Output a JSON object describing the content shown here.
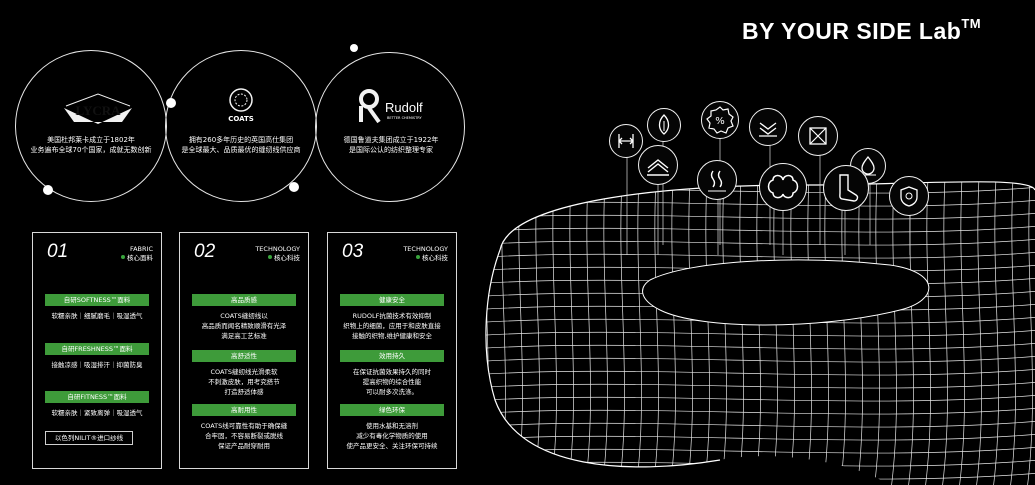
{
  "brand": {
    "title": "BY YOUR SIDE Lab",
    "tm": "TM"
  },
  "partners": [
    {
      "logo": "LYCRA",
      "desc1": "美国杜邦莱卡成立于1802年",
      "desc2": "业务遍布全球70个国家，成就无数创新"
    },
    {
      "logo": "COATS",
      "desc1": "拥有260多年历史的英国高仕集团",
      "desc2": "是全球最大、品质最优的缝纫线供应商"
    },
    {
      "logo": "Rudolf",
      "logo_sub": "BETTER CHEMISTRY",
      "desc1": "德国鲁道夫集团成立于1922年",
      "desc2": "是国际公认的纺织整理专家"
    }
  ],
  "cards": [
    {
      "number": "01",
      "category": "FABRIC",
      "sub": "核心面料",
      "items": [
        {
          "label": "自研SOFTNESS™面料",
          "desc": "软糯亲肤｜细腻磨毛｜吸湿透气"
        },
        {
          "label": "自研FRESHNESS™面料",
          "desc": "接触凉感｜吸湿排汗｜抑菌防臭"
        },
        {
          "label": "自研FITNESS™面料",
          "desc": "软糯亲肤｜紧致离弹｜吸湿透气"
        }
      ],
      "footer": "以色列NILIT®进口纱线"
    },
    {
      "number": "02",
      "category": "TECHNOLOGY",
      "sub": "核心科技",
      "items": [
        {
          "label": "高品质感",
          "desc1": "COATS缝纫线以",
          "desc2": "高品质而闻名精致顺滑有光泽",
          "desc3": "满足高工艺标准"
        },
        {
          "label": "高舒适性",
          "desc1": "COATS缝纫线光滑柔软",
          "desc2": "不刺激皮肤，用考究搭节",
          "desc3": "打造舒适体感"
        },
        {
          "label": "高耐用性",
          "desc1": "COATS线可靠性有助于确保缝",
          "desc2": "合牢固，不容易断裂或脱线",
          "desc3": "保证产品耐穿耐用"
        }
      ]
    },
    {
      "number": "03",
      "category": "TECHNOLOGY",
      "sub": "核心科技",
      "items": [
        {
          "label": "健康安全",
          "desc1": "RUDOLF抗菌技术有效抑制",
          "desc2": "织物上的细菌，应用于和皮肤直接",
          "desc3": "接触的织物,维护健康和安全"
        },
        {
          "label": "效用持久",
          "desc1": "在保证抗菌效果持久的同时",
          "desc2": "提高织物的综合性能",
          "desc3": "可以耐多次洗涤。"
        },
        {
          "label": "绿色环保",
          "desc1": "使用水基和无溶剂",
          "desc2": "减少有毒化学物质的使用",
          "desc3": "使产品更安全、关注环保可持续"
        }
      ]
    }
  ],
  "colors": {
    "accent_green": "#3e9b3a",
    "background": "#000000",
    "line": "#ffffff"
  },
  "feature_icons": [
    "stretch-icon",
    "flame-leaf-icon",
    "percent-icon",
    "fabric-layers-icon",
    "shirt-cross-icon",
    "wave-icon",
    "drop-icon",
    "heat-icon",
    "knot-icon",
    "sock-icon",
    "shield-icon"
  ]
}
